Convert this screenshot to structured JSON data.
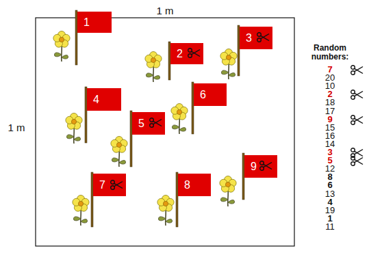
{
  "diagram": {
    "nodes": [
      {
        "text": [
          "1"
        ]
      },
      {
        "text": [
          "2"
        ]
      },
      {
        "text": [
          "3"
        ]
      },
      {
        "text": [
          "4"
        ]
      },
      {
        "text": [
          "5"
        ]
      },
      {
        "text": [
          "6"
        ]
      },
      {
        "text": [
          "7"
        ]
      },
      {
        "text": [
          "8"
        ]
      },
      {
        "text": [
          "9"
        ]
      }
    ],
    "labels": [
      "1 m",
      "1 m",
      "Random numbers:",
      "7",
      "20",
      "10",
      "2",
      "18",
      "17",
      "9",
      "15",
      "16",
      "14",
      "3",
      "5",
      "12",
      "8",
      "6",
      "13",
      "4",
      "19",
      "1",
      "11"
    ]
  }
}
